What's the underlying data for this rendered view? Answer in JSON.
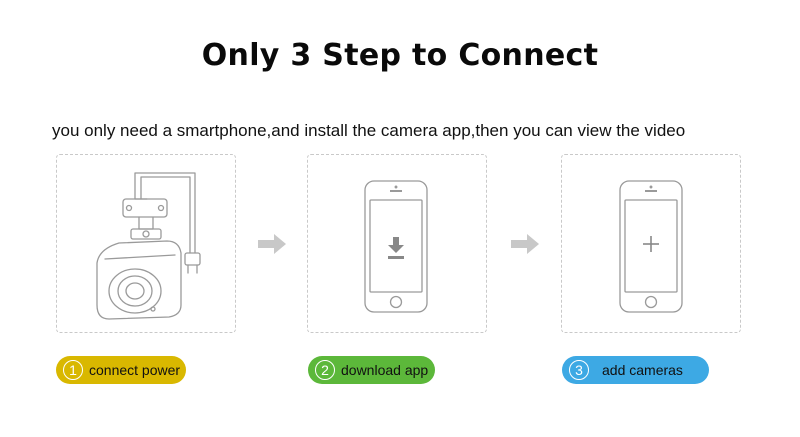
{
  "title": "Only 3 Step to Connect",
  "subtitle": "you only need a smartphone,and install the camera app,then you can view the video",
  "steps": [
    {
      "number": "1",
      "label": "connect power",
      "color": "#d9b800",
      "icon": "security-camera-with-plug-icon"
    },
    {
      "number": "2",
      "label": "download app",
      "color": "#5cb83a",
      "icon": "phone-download-icon"
    },
    {
      "number": "3",
      "label": "add cameras",
      "color": "#3da9e4",
      "icon": "phone-plus-icon"
    }
  ],
  "arrow_icon": "right-arrow-icon",
  "outline_color": "#bdbdbd"
}
